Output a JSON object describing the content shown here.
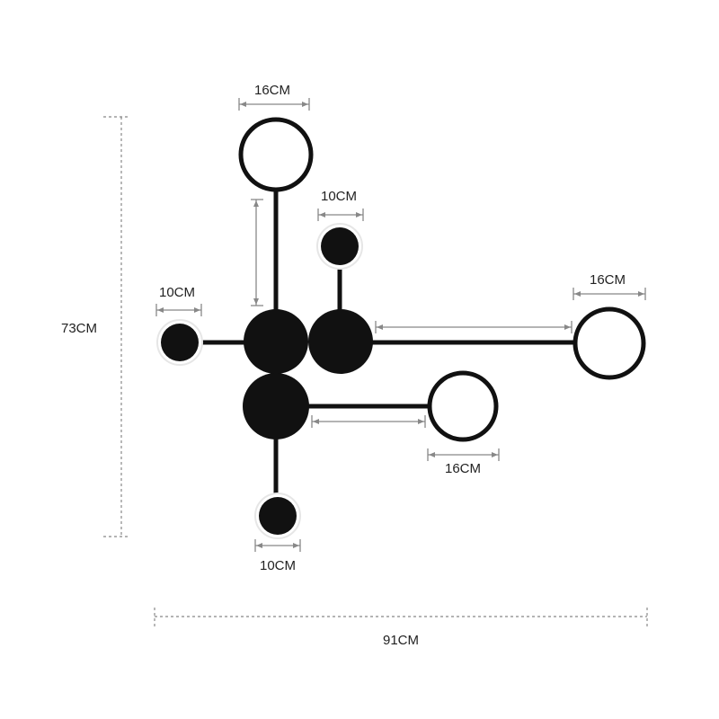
{
  "diagram": {
    "overall_height": "73CM",
    "overall_width": "91CM",
    "labels": {
      "top_ring": "16CM",
      "upper_small_disc": "10CM",
      "left_small_disc": "10CM",
      "right_ring": "16CM",
      "lower_ring": "16CM",
      "bottom_small_disc": "10CM"
    },
    "colors": {
      "fixture": "#111111",
      "dimension_line": "#888888",
      "text": "#222222",
      "background": "#ffffff"
    }
  }
}
